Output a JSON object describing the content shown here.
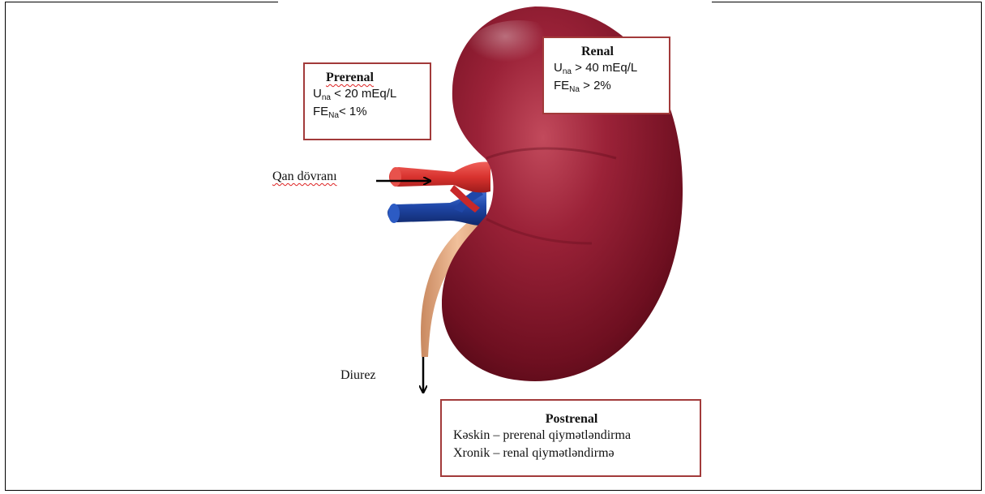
{
  "prerenal": {
    "title": "Prerenal",
    "una_symbol": "U",
    "una_sub": "na",
    "una_text": " < 20 mEq/L",
    "fena_symbol": "FE",
    "fena_sub": "Na",
    "fena_text": "< 1%"
  },
  "renal": {
    "title": "Renal",
    "una_symbol": "U",
    "una_sub": "na",
    "una_text": " > 40 mEq/L",
    "fena_symbol": "FE",
    "fena_sub": "Na",
    "fena_text": " > 2%"
  },
  "postrenal": {
    "title": "Postrenal",
    "line1": "Kəskin – prerenal qiymətləndirma",
    "line2": "Xronik – renal qiymətləndirmə"
  },
  "labels": {
    "blood_flow": "Qan dövranı",
    "diuresis": "Diurez"
  },
  "colors": {
    "box_border": "#a23a3a",
    "kidney": "#8e1a2c",
    "artery": "#d8322e",
    "vein": "#1f47a8",
    "ureter": "#e9b18a"
  }
}
